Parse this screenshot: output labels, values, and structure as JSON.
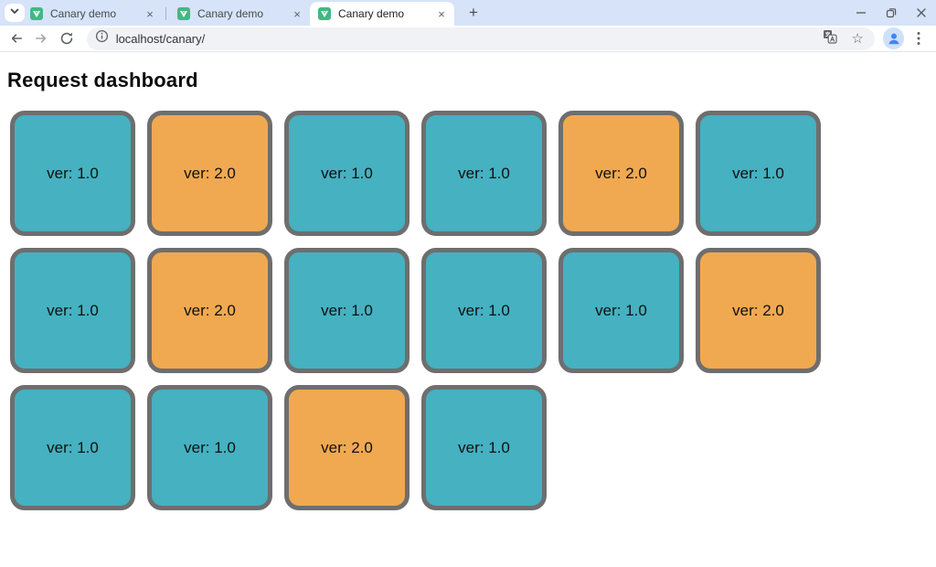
{
  "browser": {
    "tabs": [
      {
        "title": "Canary demo",
        "active": false
      },
      {
        "title": "Canary demo",
        "active": false
      },
      {
        "title": "Canary demo",
        "active": true
      }
    ],
    "url": "localhost/canary/"
  },
  "icons": {
    "close_tab": "×",
    "new_tab": "+",
    "star": "☆"
  },
  "page": {
    "title": "Request dashboard",
    "cards": [
      {
        "label": "ver: 1.0",
        "version": "1.0"
      },
      {
        "label": "ver: 2.0",
        "version": "2.0"
      },
      {
        "label": "ver: 1.0",
        "version": "1.0"
      },
      {
        "label": "ver: 1.0",
        "version": "1.0"
      },
      {
        "label": "ver: 2.0",
        "version": "2.0"
      },
      {
        "label": "ver: 1.0",
        "version": "1.0"
      },
      {
        "label": "ver: 1.0",
        "version": "1.0"
      },
      {
        "label": "ver: 2.0",
        "version": "2.0"
      },
      {
        "label": "ver: 1.0",
        "version": "1.0"
      },
      {
        "label": "ver: 1.0",
        "version": "1.0"
      },
      {
        "label": "ver: 1.0",
        "version": "1.0"
      },
      {
        "label": "ver: 2.0",
        "version": "2.0"
      },
      {
        "label": "ver: 1.0",
        "version": "1.0"
      },
      {
        "label": "ver: 1.0",
        "version": "1.0"
      },
      {
        "label": "ver: 2.0",
        "version": "2.0"
      },
      {
        "label": "ver: 1.0",
        "version": "1.0"
      }
    ]
  },
  "colors": {
    "teal": "#45b1c1",
    "orange": "#f0a950",
    "card_border": "#6e6e6e",
    "favicon_green": "#42b883"
  }
}
